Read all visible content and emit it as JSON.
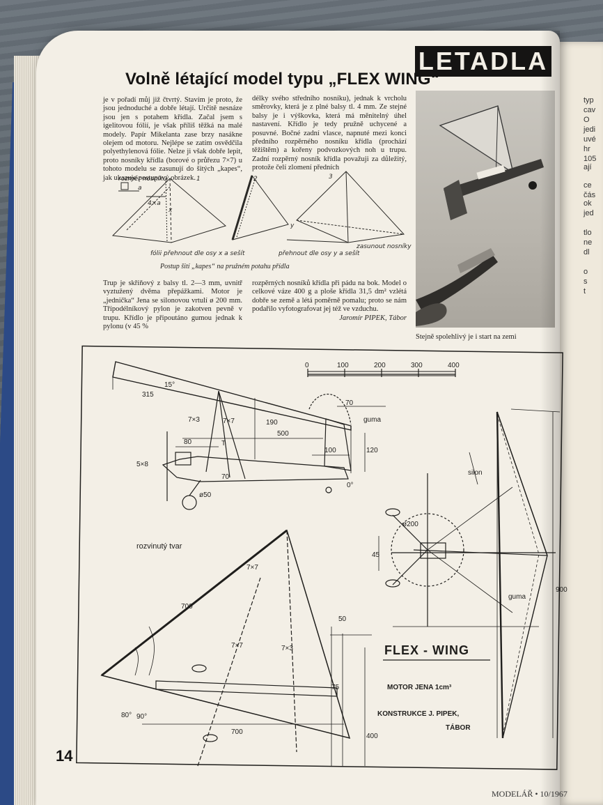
{
  "title": "Volně létající model typu „FLEX WING“",
  "section_label": "LETADLA",
  "columns": {
    "left": "je v pořadí můj již čtvrtý. Stavím je proto, že jsou jednoduché a dobře létají. Určitě nesnáze jsou jen s potahem křídla. Začal jsem s igelitovou fólií, je však příliš těžká na malé modely. Papír Mikelanta zase brzy nasákne olejem od motoru. Nejlépe se zatím osvědčila polyethylenová fólie. Nelze ji však dobře lepit, proto nosníky křídla (borové o průřezu 7×7) u tohoto modelu se zasunují do šitých „kapes“, jak ukazuje postupový obrázek.",
    "middle": "délky svého středního nosníku), jednak k vrcholu směrovky, která je z plné balsy tl. 4 mm. Ze stejné balsy je i výškovka, která má měnitelný úhel nastavení. Křídlo je tedy pružně uchycené a posuvné. Bočné zadní vlasce, napnuté mezi konci předního rozpěrného nosníku křídla (prochází těžištěm) a kořeny podvozkových noh u trupu. Zadní rozpěrný nosník křídla považuji za důležitý, protože čelí zlomení předních",
    "lower_left": "Trup je skříňový z balsy tl. 2—3 mm, uvnitř vyztužený dvěma přepážkami. Motor je „jednička“ Jena se silonovou vrtulí ø 200 mm. Třípodélníkový pylon je zakotven pevně v trupu. Křídlo je připoutáno gumou jednak k pylonu (v 45 %",
    "lower_middle": "rozpěrných nosníků křídla při pádu na bok. Model o celkové váze 400 g a ploše křídla 31,5 dm² vzlétá dobře se země a létá poměrně pomalu; proto se nám podařilo vyfotografovat jej též ve vzduchu.",
    "author": "Jaromír PIPEK, Tábor"
  },
  "photo_caption": "Stejně spolehlivý je i start na zemi",
  "diagram_caption": "Postup šití „kapes“ na pružném potahu přídla",
  "step_diagram": {
    "steps": [
      "1",
      "2",
      "3"
    ],
    "labels": {
      "size": "rozměr nosníku",
      "a": "a",
      "a4": "4×a",
      "fold_x": "fólii přehnout dle osy x a sešít",
      "fold_y": "přehnout dle osy y a sešít",
      "insert": "zasunout nosníky",
      "x": "x",
      "y": "y"
    }
  },
  "drawing": {
    "scale_ticks": [
      "0",
      "100",
      "200",
      "300",
      "400"
    ],
    "dims": {
      "d15": "15°",
      "d315": "315",
      "d70": "70",
      "guma": "guma",
      "d7x3a": "7×3",
      "d7x7a": "7×7",
      "d190": "190",
      "d500": "500",
      "d80": "80",
      "dT": "T",
      "d100": "100",
      "d120": "120",
      "d5x8": "5×8",
      "d70b": "70",
      "d0": "0°",
      "de50": "ø50",
      "rozvinuty": "rozvinutý tvar",
      "d700a": "700",
      "d7x7b": "7×7",
      "d7x7c": "7×7",
      "d7x3b": "7×3",
      "d50": "50",
      "d75": "75",
      "d700b": "700",
      "d400": "400",
      "d80b": "80°",
      "d90": "90°",
      "silon": "silon",
      "de200": "ø200",
      "d45": "45",
      "guma2": "guma",
      "d900": "900"
    },
    "name": "FLEX - WING",
    "motor": "MOTOR JENA 1cm³",
    "credit1": "KONSTRUKCE J. PIPEK,",
    "credit2": "TÁBOR"
  },
  "page_number": "14",
  "footer": "MODELÁŘ • 10/1967",
  "right_page_fragments": [
    "typ",
    "cav",
    "O",
    "jedi",
    "uvé",
    "hr",
    "105",
    "ají",
    "ce",
    "čás",
    "ok",
    "jed",
    "tlo",
    "ne",
    "dl",
    "o",
    "s",
    "t"
  ]
}
